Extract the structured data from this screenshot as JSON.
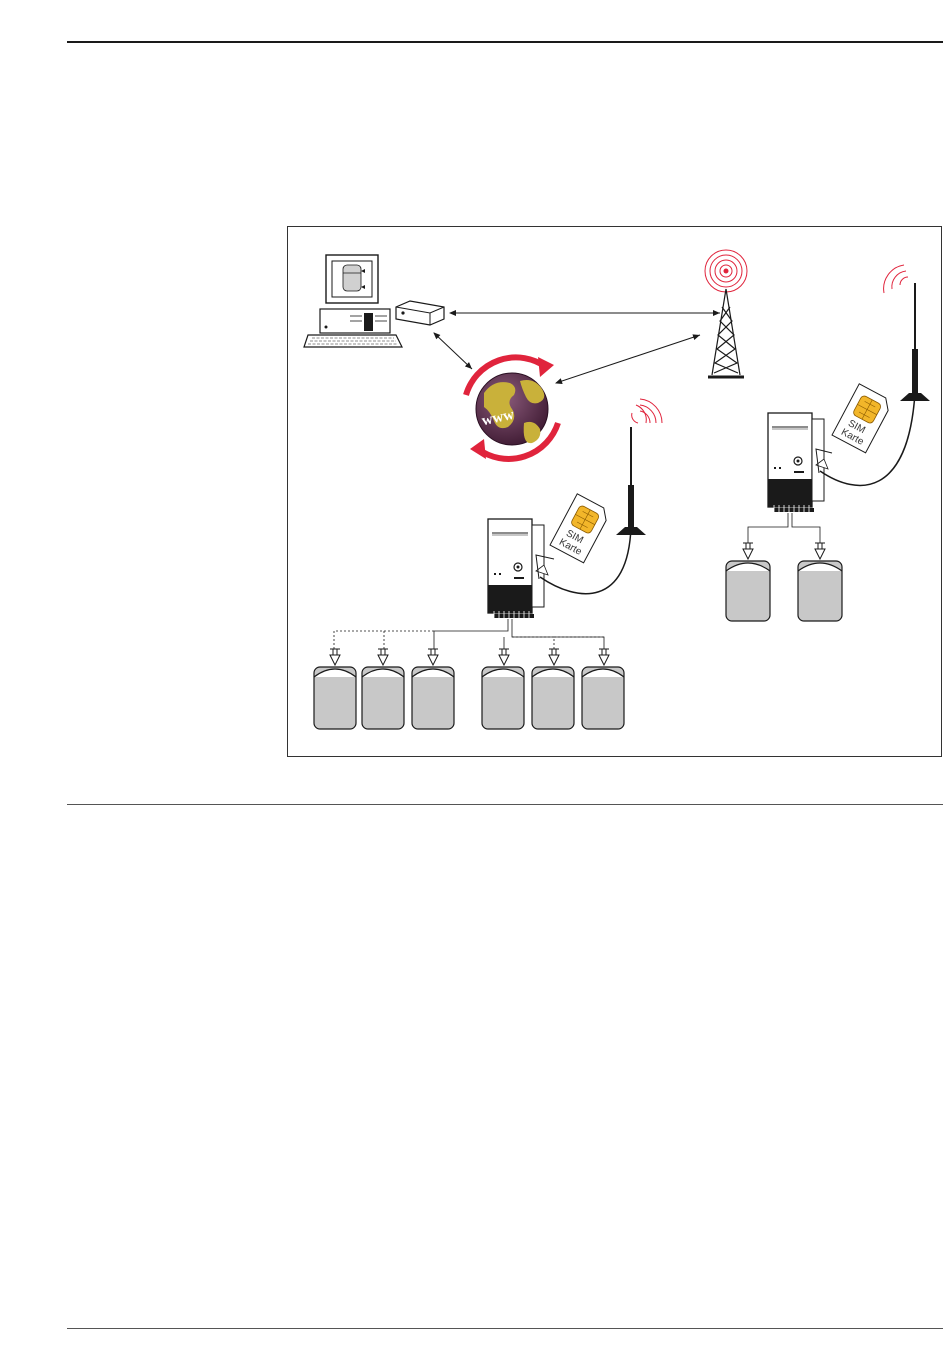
{
  "diagram": {
    "labels": {
      "www": "www",
      "sim_line1": "SIM",
      "sim_line2": "Karte"
    },
    "colors": {
      "line": "#1a1a1a",
      "signal": "#e0243c",
      "tank_fill": "#c8c8c8",
      "sim_chip": "#f2b62a",
      "globe_land": "#c9b13a",
      "globe_sea": "#5b2e4a",
      "sync_arrows": "#e0243c"
    },
    "icons": [
      "computer-icon",
      "modem-icon",
      "globe-www-icon",
      "radio-tower-icon",
      "antenna-icon",
      "sim-card-icon",
      "gateway-device-icon",
      "tank-sensor-icon"
    ]
  }
}
